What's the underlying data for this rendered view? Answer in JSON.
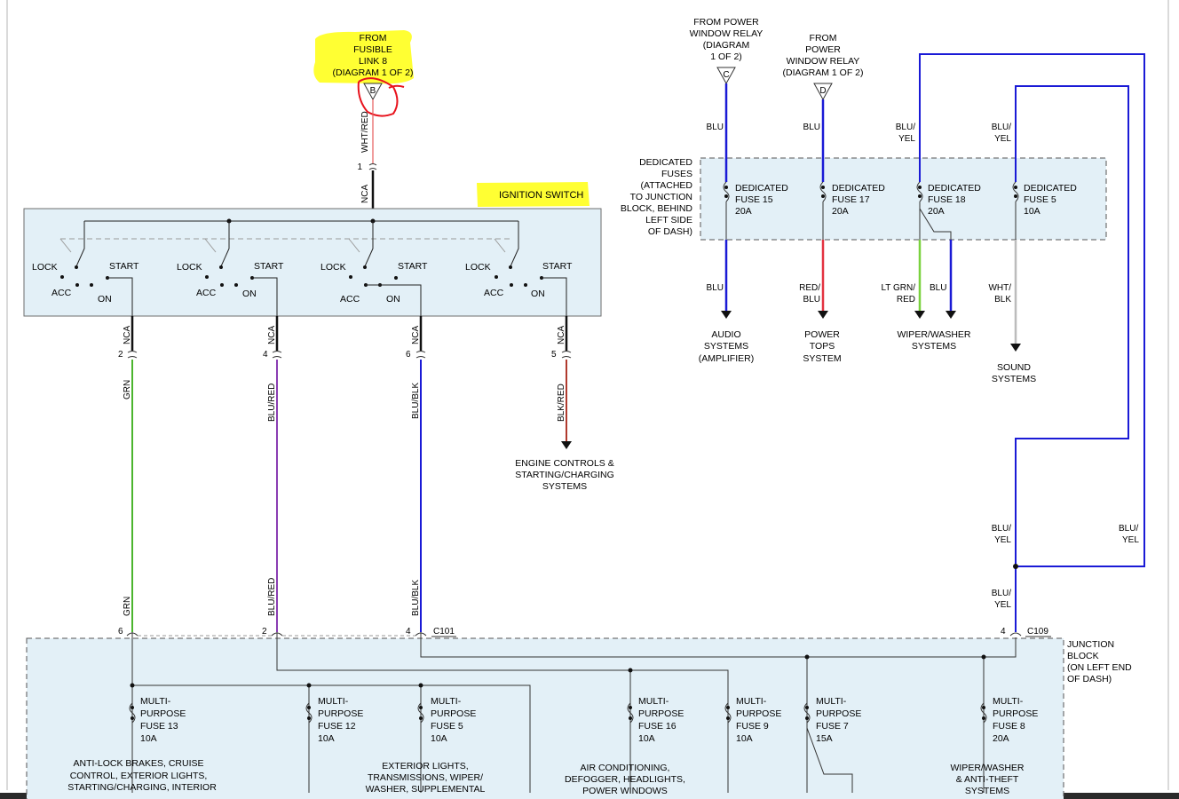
{
  "callouts": {
    "fusible_link": [
      "FROM",
      "FUSIBLE",
      "LINK 8",
      "(DIAGRAM 1 OF 2)"
    ],
    "ignition_switch": "IGNITION SWITCH",
    "relay_c": [
      "FROM POWER",
      "WINDOW RELAY",
      "(DIAGRAM",
      "1 OF 2)"
    ],
    "relay_d": [
      "FROM",
      "POWER",
      "WINDOW RELAY",
      "(DIAGRAM 1 OF 2)"
    ],
    "dedicated_fuses": [
      "DEDICATED",
      "FUSES",
      "(ATTACHED",
      "TO JUNCTION",
      "BLOCK, BEHIND",
      "LEFT SIDE",
      "OF DASH)"
    ],
    "junction_block": [
      "JUNCTION",
      "BLOCK",
      "(ON LEFT END",
      "OF DASH)"
    ]
  },
  "connectors": {
    "b": "B",
    "c": "C",
    "d": "D",
    "c101": "C101",
    "c109": "C109"
  },
  "switch_labels": {
    "lock": "LOCK",
    "start": "START",
    "acc": "ACC",
    "on": "ON"
  },
  "pins": {
    "p1": "1",
    "p2": "2",
    "p4": "4",
    "p6": "6",
    "p5": "5"
  },
  "wires": {
    "wht_red": "WHT/RED",
    "nca": "NCA",
    "grn": "GRN",
    "blu_red": "BLU/RED",
    "blu_blk": "BLU/BLK",
    "blk_red": "BLK/RED",
    "blu": "BLU",
    "blu_yel": [
      "BLU/",
      "YEL"
    ],
    "red_blu": [
      "RED/",
      "BLU"
    ],
    "lt_grn_red": [
      "LT GRN/",
      "RED"
    ],
    "wht_blk": [
      "WHT/",
      "BLK"
    ]
  },
  "dedicated_fuse_list": [
    {
      "lines": [
        "DEDICATED",
        "FUSE 15",
        "20A"
      ]
    },
    {
      "lines": [
        "DEDICATED",
        "FUSE 17",
        "20A"
      ]
    },
    {
      "lines": [
        "DEDICATED",
        "FUSE 18",
        "20A"
      ]
    },
    {
      "lines": [
        "DEDICATED",
        "FUSE 5",
        "10A"
      ]
    }
  ],
  "destinations": {
    "engine": [
      "ENGINE CONTROLS &",
      "STARTING/CHARGING",
      "SYSTEMS"
    ],
    "audio": [
      "AUDIO",
      "SYSTEMS",
      "(AMPLIFIER)"
    ],
    "power_tops": [
      "POWER",
      "TOPS",
      "SYSTEM"
    ],
    "wiper": [
      "WIPER/WASHER",
      "SYSTEMS"
    ],
    "sound": [
      "SOUND",
      "SYSTEMS"
    ]
  },
  "multi_fuses": [
    {
      "lines": [
        "MULTI-",
        "PURPOSE",
        "FUSE 13",
        "10A"
      ]
    },
    {
      "lines": [
        "MULTI-",
        "PURPOSE",
        "FUSE 12",
        "10A"
      ]
    },
    {
      "lines": [
        "MULTI-",
        "PURPOSE",
        "FUSE 5",
        "10A"
      ]
    },
    {
      "lines": [
        "MULTI-",
        "PURPOSE",
        "FUSE 16",
        "10A"
      ]
    },
    {
      "lines": [
        "MULTI-",
        "PURPOSE",
        "FUSE 9",
        "10A"
      ]
    },
    {
      "lines": [
        "MULTI-",
        "PURPOSE",
        "FUSE 7",
        "15A"
      ]
    },
    {
      "lines": [
        "MULTI-",
        "PURPOSE",
        "FUSE 8",
        "20A"
      ]
    }
  ],
  "bottom_loads": {
    "fuse13": [
      "ANTI-LOCK BRAKES, CRUISE",
      "CONTROL, EXTERIOR LIGHTS,",
      "STARTING/CHARGING, INTERIOR"
    ],
    "fuse5": [
      "EXTERIOR LIGHTS,",
      "TRANSMISSIONS, WIPER/",
      "WASHER, SUPPLEMENTAL"
    ],
    "fuse16": [
      "AIR CONDITIONING,",
      "DEFOGGER, HEADLIGHTS,",
      "POWER WINDOWS"
    ],
    "fuse8": [
      "WIPER/WASHER",
      "& ANTI-THEFT",
      "SYSTEMS"
    ]
  },
  "colors": {
    "highlight": "#ffff33",
    "annotation": "#e8121c",
    "box_fill": "#e3f0f7",
    "grn": "#4bb52e",
    "blu_red": "#8a3db3",
    "blu": "#1a1ad6",
    "blk_red": "#b03a2e",
    "lt_grn": "#7ad23f",
    "red": "#e33340",
    "wht_blk": "#bcbcbc"
  }
}
